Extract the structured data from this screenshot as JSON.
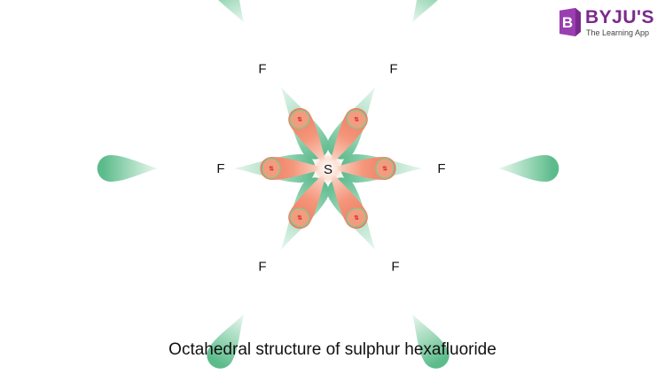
{
  "brand": {
    "name": "BYJU'S",
    "tagline": "The Learning App",
    "badge_letter": "B",
    "color": "#7a2a8c"
  },
  "diagram": {
    "central_atom": "S",
    "bond_atom_labels": [
      "F",
      "F",
      "F",
      "F",
      "F",
      "F"
    ],
    "electron_pair_symbol": "⇅",
    "colors": {
      "sulfur_orbital": "#f28a6a",
      "fluorine_orbital": "#5fbf8f",
      "overlap_outline": "#8cc48c",
      "spin_arrows": "#d81b2a"
    }
  },
  "caption": "Octahedral structure of sulphur hexafluoride"
}
